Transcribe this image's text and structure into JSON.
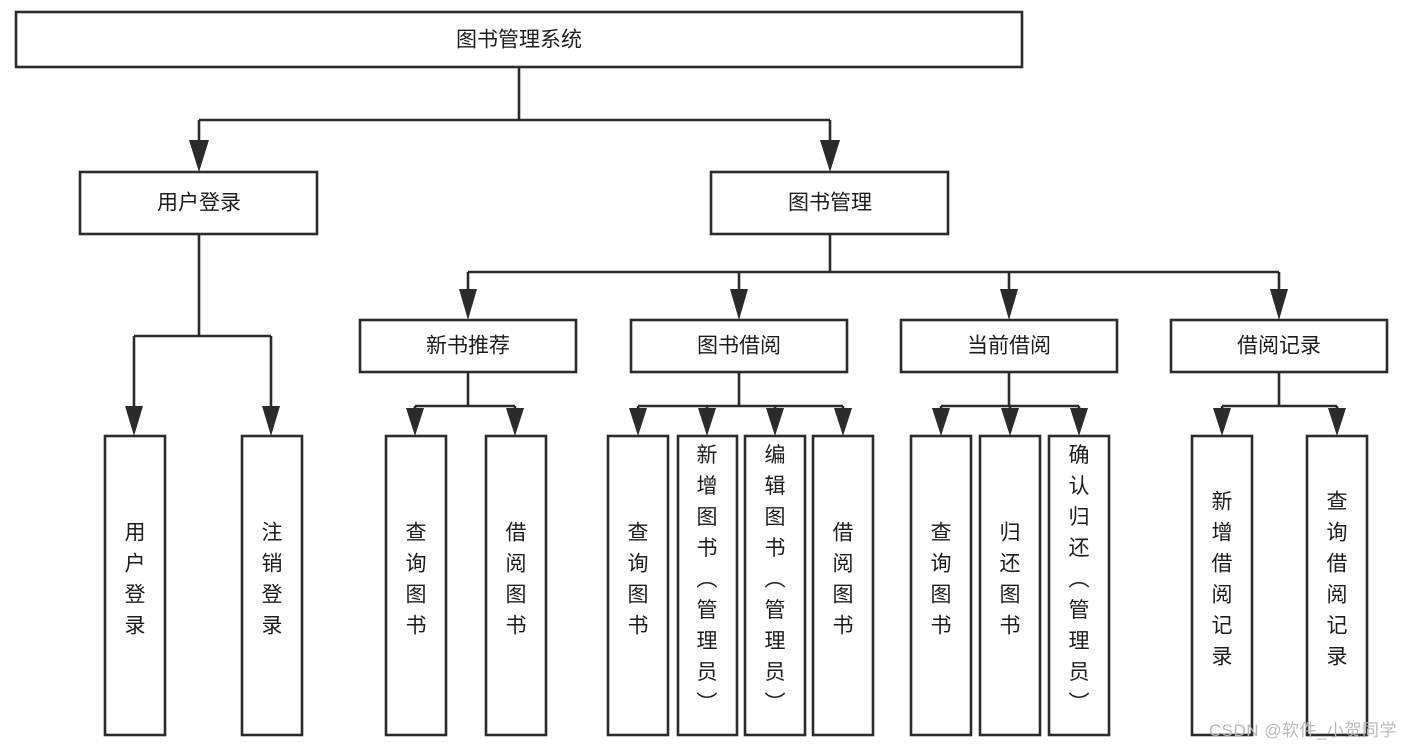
{
  "diagram": {
    "type": "tree",
    "title": "图书管理系统",
    "orientation": "top-down",
    "style": {
      "box_fill": "#ffffff",
      "box_stroke": "#2b2b2b",
      "text_color": "#1c1c1c",
      "background": "#ffffff",
      "watermark_color": "#b9b9b9"
    },
    "levels": {
      "level0": "系统",
      "level1": "模块",
      "level2": "子模块",
      "level3": "功能"
    }
  },
  "root": {
    "label": "图书管理系统"
  },
  "modules": [
    {
      "label": "用户登录"
    },
    {
      "label": "图书管理"
    }
  ],
  "submodules": [
    {
      "label": "新书推荐",
      "parent": "图书管理"
    },
    {
      "label": "图书借阅",
      "parent": "图书管理"
    },
    {
      "label": "当前借阅",
      "parent": "图书管理"
    },
    {
      "label": "借阅记录",
      "parent": "图书管理"
    }
  ],
  "leaves": {
    "user_login": [
      {
        "label": "用户登录"
      },
      {
        "label": "注销登录"
      }
    ],
    "new_book_recommend": [
      {
        "label": "查询图书"
      },
      {
        "label": "借阅图书"
      }
    ],
    "book_borrow": [
      {
        "label": "查询图书"
      },
      {
        "label": "新增图书（管理员）"
      },
      {
        "label": "编辑图书（管理员）"
      },
      {
        "label": "借阅图书"
      }
    ],
    "current_borrow": [
      {
        "label": "查询图书"
      },
      {
        "label": "归还图书"
      },
      {
        "label": "确认归还（管理员）"
      }
    ],
    "borrow_records": [
      {
        "label": "新增借阅记录"
      },
      {
        "label": "查询借阅记录"
      }
    ]
  },
  "watermark": {
    "text": "CSDN @软件_小贺同学"
  }
}
